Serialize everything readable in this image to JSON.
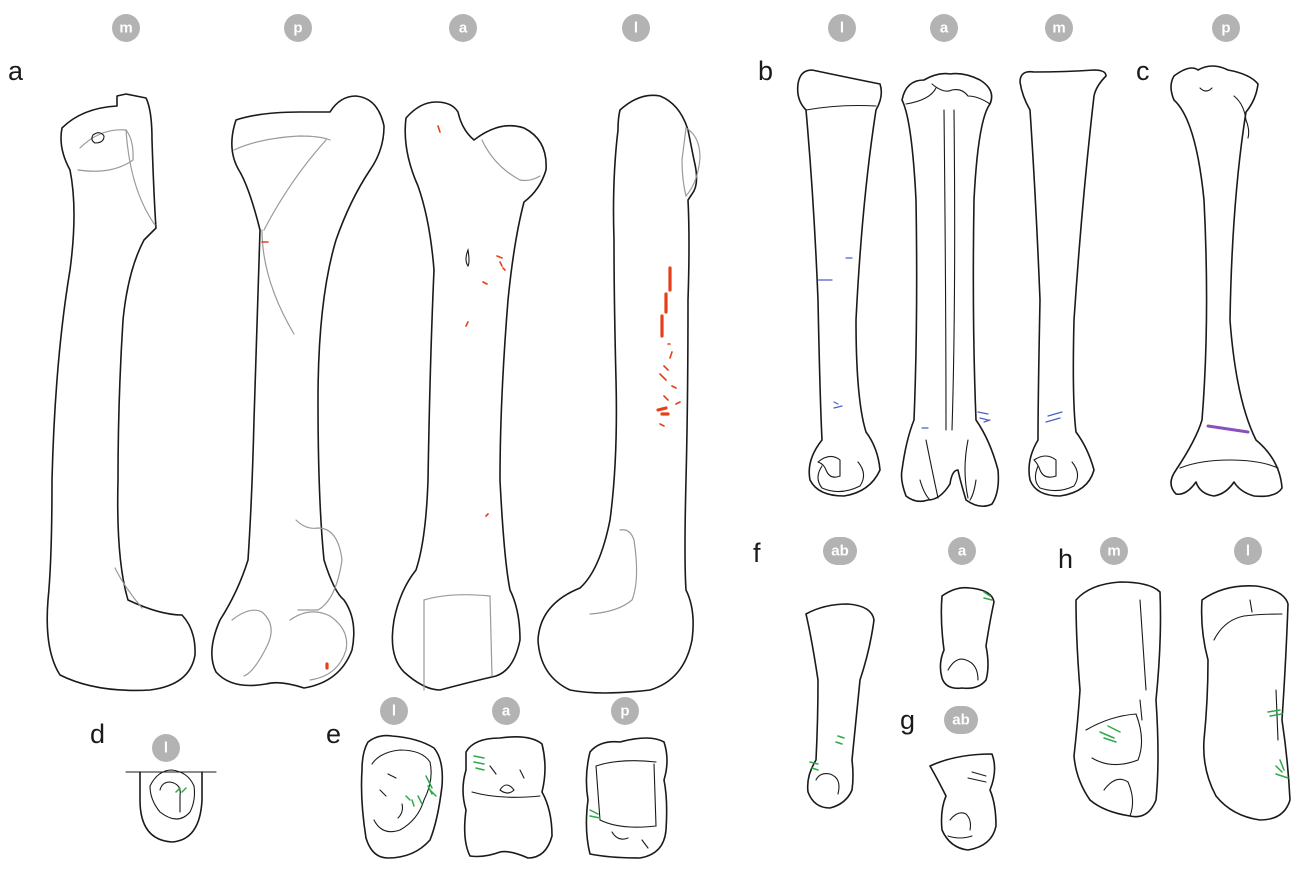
{
  "panels": {
    "a": "a",
    "b": "b",
    "c": "c",
    "d": "d",
    "e": "e",
    "f": "f",
    "g": "g",
    "h": "h"
  },
  "view_badges": {
    "a_1": "m",
    "a_2": "p",
    "a_3": "a",
    "a_4": "l",
    "b_1": "l",
    "b_2": "a",
    "b_3": "m",
    "c_1": "p",
    "d_1": "l",
    "e_1": "l",
    "e_2": "a",
    "e_3": "p",
    "f_1": "ab",
    "f_2": "a",
    "g_1": "ab",
    "h_1": "m",
    "h_2": "l"
  },
  "colors": {
    "outline": "#1a1a1a",
    "articular_outline": "#9a9a9a",
    "marks_panel_a": "#e5401a",
    "marks_panel_b": "#4a5fc9",
    "marks_panel_c": "#8a4fc0",
    "marks_panels_d_to_h": "#2ea84a",
    "badge": "#b3b3b3"
  }
}
